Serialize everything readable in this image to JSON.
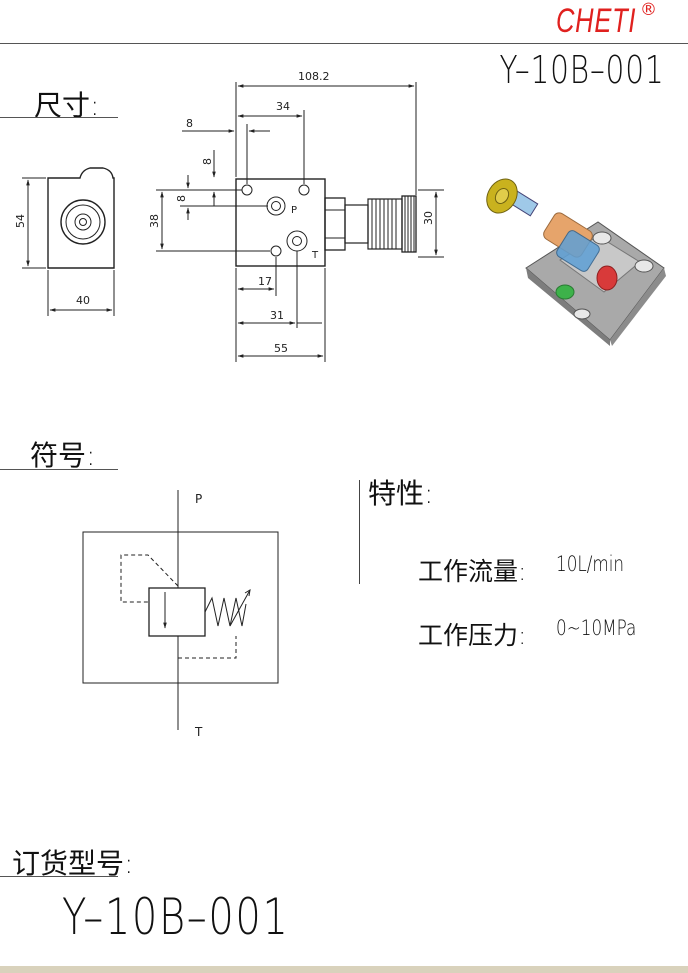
{
  "header": {
    "brand": "CHETI",
    "brand_mark": "®",
    "model": "Y–10B–001"
  },
  "sections": {
    "dimensions": "尺寸:",
    "symbol": "符号:",
    "characteristics": "特性:",
    "order_model": "订货型号:"
  },
  "dimensions": {
    "length_overall": "108.2",
    "d34": "34",
    "d8_horizontal": "8",
    "d8_vertical_top": "8",
    "d8_vertical_mid": "8",
    "d38": "38",
    "d30": "30",
    "d17": "17",
    "d31": "31",
    "d55": "55",
    "d54": "54",
    "d40": "40",
    "port_p": "P",
    "port_t": "T"
  },
  "symbol": {
    "port_p": "P",
    "port_t": "T"
  },
  "properties": [
    {
      "label": "工作流量:",
      "value": "10L/min"
    },
    {
      "label": "工作压力:",
      "value": "0~10MPa"
    }
  ],
  "order": {
    "model": "Y–10B–001"
  },
  "colors": {
    "brand": "#e0211f",
    "render_gold": "#c9b21e",
    "render_red": "#d83a3a",
    "render_green": "#3db24a",
    "render_blue": "#3a7fd0"
  }
}
